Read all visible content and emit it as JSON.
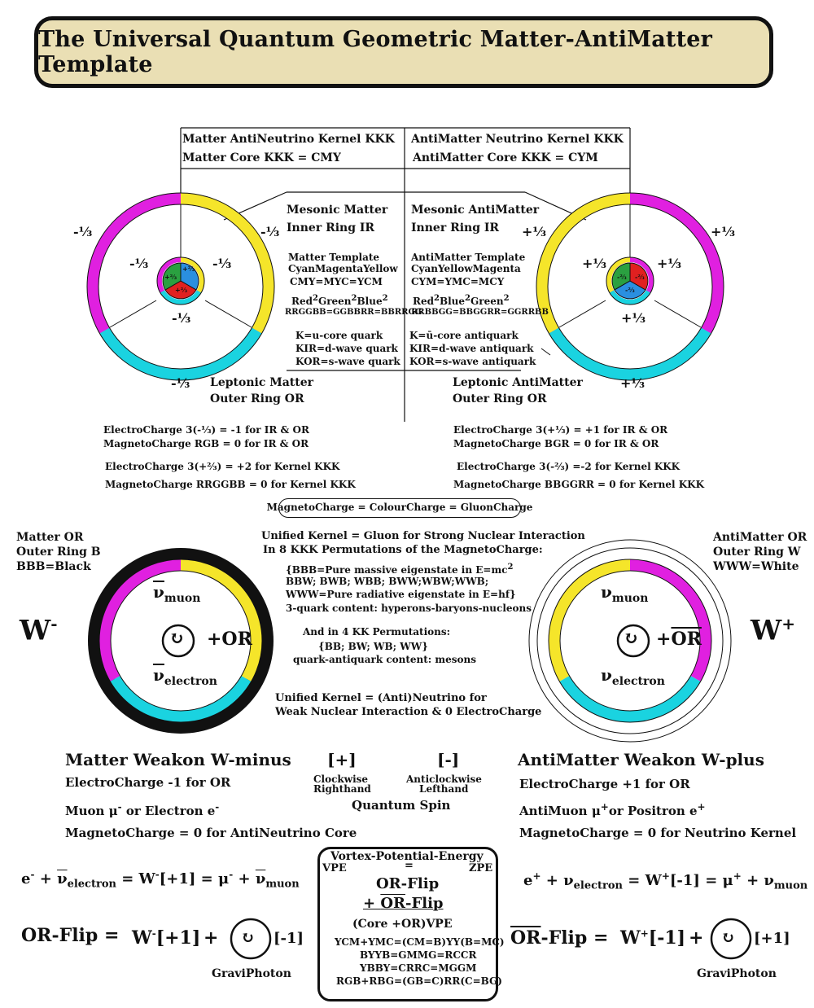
{
  "title": "The Universal Quantum Geometric Matter-AntiMatter Template",
  "colors": {
    "cyan": "#1ad3e0",
    "magenta": "#e020e0",
    "yellow": "#f5e52a",
    "blue": "#2a8fe0",
    "green": "#2aa040",
    "red": "#e02020",
    "banner": "#eadfb4"
  },
  "top_left": {
    "kernel": "Matter AntiNeutrino Kernel KKK",
    "core": "Matter Core KKK = CMY",
    "mesonic_1": "Mesonic Matter",
    "mesonic_2": "Inner Ring IR",
    "template_1": "Matter Template",
    "template_2": "CyanMagentaYellow",
    "template_3": "CMY=MYC=YCM",
    "template_4": "Red",
    "template_4b": "2",
    "template_4c": "Green",
    "template_4d": "2",
    "template_4e": "Blue",
    "template_4f": "2",
    "template_5": "RRGGBB=GGBBRR=BBRRGG",
    "quark_1": "K=u-core quark",
    "quark_2": "KIR=d-wave quark",
    "quark_3": "KOR=s-wave quark",
    "leptonic_1": "Leptonic Matter",
    "leptonic_2": "Outer Ring OR",
    "charge_outer_left": "-⅓",
    "charge_outer_right": "-⅓",
    "charge_inner_left": "-⅓",
    "charge_inner_right": "-⅓",
    "charge_inner_bottom": "-⅓",
    "charge_bottom": "-⅓",
    "core_vals": [
      "+⅔",
      "+⅔",
      "+⅔"
    ]
  },
  "top_right": {
    "kernel": "AntiMatter Neutrino Kernel KKK",
    "core": "AntiMatter Core KKK = CYM",
    "mesonic_1": "Mesonic AntiMatter",
    "mesonic_2": "Inner Ring IR",
    "template_1": "AntiMatter Template",
    "template_2": "CyanYellowMagenta",
    "template_3": "CYM=YMC=MCY",
    "template_4": "Red",
    "template_4b": "2",
    "template_4c": "Blue",
    "template_4d": "2",
    "template_4e": "Green",
    "template_4f": "2",
    "template_5": "RRBBGG=BBGGRR=GGRRBB",
    "quark_1": "K=ū-core antiquark",
    "quark_2": "KIR=d-wave antiquark",
    "quark_3": "KOR=s-wave antiquark",
    "leptonic_1": "Leptonic AntiMatter",
    "leptonic_2": "Outer Ring OR",
    "charge_outer_left": "+⅓",
    "charge_outer_right": "+⅓",
    "charge_inner_left": "+⅓",
    "charge_inner_right": "+⅓",
    "charge_inner_bottom": "+⅓",
    "charge_bottom": "+⅓",
    "core_vals": [
      "-⅔",
      "-⅔",
      "-⅔"
    ]
  },
  "charges_left": {
    "l1": "ElectroCharge 3(-⅓) = -1 for IR & OR",
    "l2": "MagnetoCharge RGB = 0 for IR & OR",
    "l3": "ElectroCharge 3(+⅔) = +2  for Kernel KKK",
    "l4": "MagnetoCharge RRGGBB = 0 for Kernel KKK"
  },
  "charges_right": {
    "l1": "ElectroCharge 3(+⅓) = +1  for IR & OR",
    "l2": "MagnetoCharge BGR = 0 for IR & OR",
    "l3": "ElectroCharge 3(-⅔) =-2  for Kernel KKK",
    "l4": "MagnetoCharge BBGGRR = 0 for Kernel KKK"
  },
  "magneto_box": "MagnetoCharge = ColourCharge = GluonCharge",
  "middle": {
    "m1": "Unified Kernel = Gluon for Strong Nuclear Interaction",
    "m2": "In 8 KKK Permutations of the MagnetoCharge:",
    "m3": "{BBB=Pure massive eigenstate in E=mc",
    "m3sup": "2",
    "m4": "BBW; BWB; WBB; BWW;WBW;WWB;",
    "m5": "WWW=Pure radiative eigenstate in E=hf}",
    "m6": "3-quark content: hyperons-baryons-nucleons",
    "m7": "And in 4 KK Permutations:",
    "m8": "{BB; BW; WB; WW}",
    "m9": "quark-antiquark content: mesons",
    "m10": "Unified Kernel = (Anti)Neutrino for",
    "m11": "Weak Nuclear Interaction & 0 ElectroCharge"
  },
  "w_minus": {
    "or_1": "Matter OR",
    "or_2": "Outer Ring B",
    "or_3": "BBB=Black",
    "symbol": "W",
    "symbol_sup": "-",
    "nu_muon": "ν",
    "nu_muon_sub": "muon",
    "nu_electron": "ν",
    "nu_electron_sub": "electron",
    "spin": "↻",
    "or_label": "+OR",
    "title": "Matter Weakon W-minus",
    "ec": "ElectroCharge -1 for OR",
    "particles": "Muon μ",
    "particles_sup": "-",
    "particles_2": " or Electron e",
    "particles_2_sup": "-",
    "mc": "MagnetoCharge = 0  for AntiNeutrino Core"
  },
  "w_plus": {
    "or_1": "AntiMatter OR",
    "or_2": "Outer Ring W",
    "or_3": "WWW=White",
    "symbol": "W",
    "symbol_sup": "+",
    "nu_muon": "ν",
    "nu_muon_sub": "muon",
    "nu_electron": "ν",
    "nu_electron_sub": "electron",
    "spin": "↻",
    "or_label": "+OR",
    "title": "AntiMatter Weakon W-plus",
    "ec": "ElectroCharge +1 for OR",
    "particles": "AntiMuon μ",
    "particles_sup": "+",
    "particles_2": "or Positron e",
    "particles_2_sup": "+",
    "mc": "MagnetoCharge = 0 for Neutrino Kernel"
  },
  "spin": {
    "plus": "[+]",
    "minus": "[-]",
    "cw_1": "Clockwise",
    "cw_2": "Righthand",
    "acw_1": "Anticlockwise",
    "acw_2": "Lefthand",
    "label": "Quantum Spin"
  },
  "eq_left": {
    "e": "e",
    "e_sup": "-",
    "plus": " + ",
    "nu": "ν",
    "nu_sub": "electron",
    "eq": " = W",
    "eq_sup": "-",
    "eq2": "[+1] = μ",
    "eq2_sup": "-",
    "eq3": " + ",
    "nu2": "ν",
    "nu2_sub": "muon",
    "flip": "OR-Flip =",
    "flip_w": "W",
    "flip_w_sup": "-",
    "flip_val": "[+1]",
    "flip_plus": "+",
    "flip_spin": "↻",
    "flip_end": "[-1]",
    "gp": "GraviPhoton"
  },
  "eq_right": {
    "e": "e",
    "e_sup": "+",
    "plus": " + ν",
    "nu_sub": "electron",
    "eq": " = W",
    "eq_sup": "+",
    "eq2": "[-1] = μ",
    "eq2_sup": "+",
    "eq3": " + ν",
    "nu2_sub": "muon",
    "flip": "OR-Flip =",
    "flip_w": "W",
    "flip_w_sup": "+",
    "flip_val": "[-1]",
    "flip_plus": "+",
    "flip_spin": "↻",
    "flip_end": "[+1]",
    "gp": "GraviPhoton"
  },
  "vpe": {
    "title": "Vortex-Potential-Energy",
    "vpe": "VPE",
    "eq": "=",
    "zpe": "ZPE",
    "l1": "OR-Flip",
    "l2": "+ OR-Flip",
    "l3": "(Core +OR)VPE",
    "l4": "YCM+YMC=(CM=B)YY(B=MC)",
    "l5": "BYYB=GMMG=RCCR",
    "l6": "YBBY=CRRC=MGGM",
    "l7": "RGB+RBG=(GB=C)RR(C=BG)"
  }
}
